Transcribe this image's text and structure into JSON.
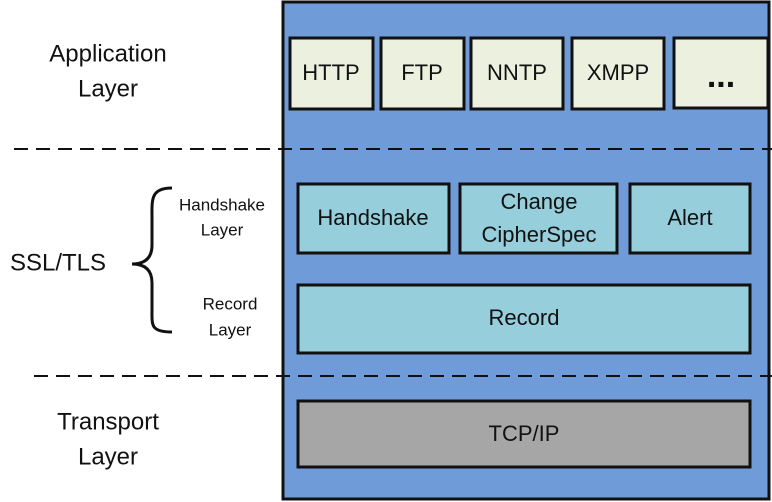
{
  "labels": {
    "application": [
      "Application",
      "Layer"
    ],
    "ssl_tls": "SSL/TLS",
    "handshake_layer": [
      "Handshake",
      "Layer"
    ],
    "record_layer": [
      "Record",
      "Layer"
    ],
    "transport": [
      "Transport",
      "Layer"
    ]
  },
  "application_protocols": [
    "HTTP",
    "FTP",
    "NNTP",
    "XMPP",
    "..."
  ],
  "ssl_protocols": {
    "handshake": "Handshake",
    "change_cipher_spec": [
      "Change",
      "CipherSpec"
    ],
    "alert": "Alert",
    "record": "Record"
  },
  "transport_protocol": "TCP/IP",
  "colors": {
    "stack_background": "#6f9bd8",
    "application_box": "#ecf0de",
    "ssl_box": "#96cedb",
    "transport_box": "#a6a6a6"
  }
}
